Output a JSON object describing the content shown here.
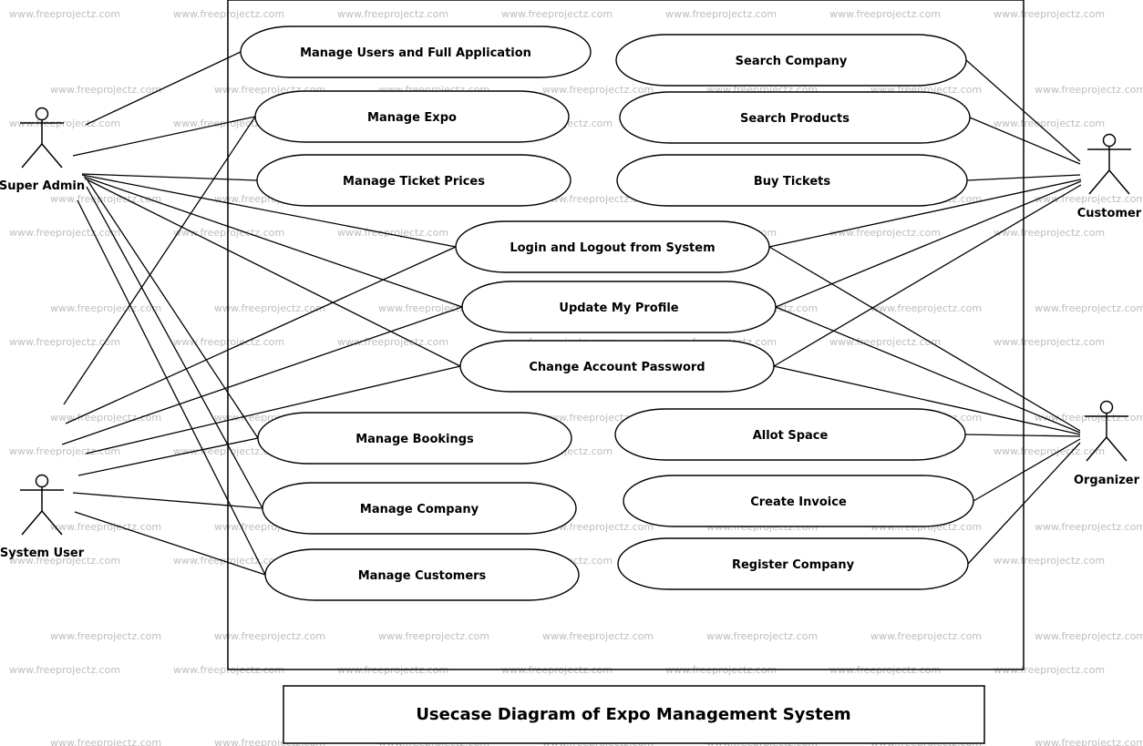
{
  "watermark": "www.freeprojectz.com",
  "title": "Usecase Diagram of Expo Management System",
  "actors": [
    {
      "id": "super-admin",
      "label": "Super Admin"
    },
    {
      "id": "system-user",
      "label": "System User"
    },
    {
      "id": "customer",
      "label": "Customer"
    },
    {
      "id": "organizer",
      "label": "Organizer"
    }
  ],
  "use_cases": [
    {
      "id": "manage-users",
      "label": "Manage Users and Full Application"
    },
    {
      "id": "manage-expo",
      "label": "Manage Expo"
    },
    {
      "id": "manage-ticket-prices",
      "label": "Manage Ticket Prices"
    },
    {
      "id": "search-company",
      "label": "Search Company"
    },
    {
      "id": "search-products",
      "label": "Search Products"
    },
    {
      "id": "buy-tickets",
      "label": "Buy Tickets"
    },
    {
      "id": "login-logout",
      "label": "Login and Logout from System"
    },
    {
      "id": "update-profile",
      "label": "Update My Profile"
    },
    {
      "id": "change-password",
      "label": "Change Account Password"
    },
    {
      "id": "manage-bookings",
      "label": "Manage Bookings"
    },
    {
      "id": "allot-space",
      "label": "Allot Space"
    },
    {
      "id": "manage-company",
      "label": "Manage Company"
    },
    {
      "id": "create-invoice",
      "label": "Create Invoice"
    },
    {
      "id": "manage-customers",
      "label": "Manage Customers"
    },
    {
      "id": "register-company",
      "label": "Register Company"
    }
  ],
  "associations": [
    {
      "actor": "super-admin",
      "use_case": "manage-users"
    },
    {
      "actor": "super-admin",
      "use_case": "manage-expo"
    },
    {
      "actor": "super-admin",
      "use_case": "manage-ticket-prices"
    },
    {
      "actor": "super-admin",
      "use_case": "login-logout"
    },
    {
      "actor": "super-admin",
      "use_case": "update-profile"
    },
    {
      "actor": "super-admin",
      "use_case": "change-password"
    },
    {
      "actor": "super-admin",
      "use_case": "manage-bookings"
    },
    {
      "actor": "super-admin",
      "use_case": "manage-company"
    },
    {
      "actor": "super-admin",
      "use_case": "manage-customers"
    },
    {
      "actor": "system-user",
      "use_case": "manage-expo"
    },
    {
      "actor": "system-user",
      "use_case": "login-logout"
    },
    {
      "actor": "system-user",
      "use_case": "update-profile"
    },
    {
      "actor": "system-user",
      "use_case": "change-password"
    },
    {
      "actor": "system-user",
      "use_case": "manage-bookings"
    },
    {
      "actor": "system-user",
      "use_case": "manage-company"
    },
    {
      "actor": "system-user",
      "use_case": "manage-customers"
    },
    {
      "actor": "customer",
      "use_case": "search-company"
    },
    {
      "actor": "customer",
      "use_case": "search-products"
    },
    {
      "actor": "customer",
      "use_case": "buy-tickets"
    },
    {
      "actor": "customer",
      "use_case": "login-logout"
    },
    {
      "actor": "customer",
      "use_case": "update-profile"
    },
    {
      "actor": "customer",
      "use_case": "change-password"
    },
    {
      "actor": "organizer",
      "use_case": "login-logout"
    },
    {
      "actor": "organizer",
      "use_case": "update-profile"
    },
    {
      "actor": "organizer",
      "use_case": "change-password"
    },
    {
      "actor": "organizer",
      "use_case": "allot-space"
    },
    {
      "actor": "organizer",
      "use_case": "create-invoice"
    },
    {
      "actor": "organizer",
      "use_case": "register-company"
    }
  ]
}
